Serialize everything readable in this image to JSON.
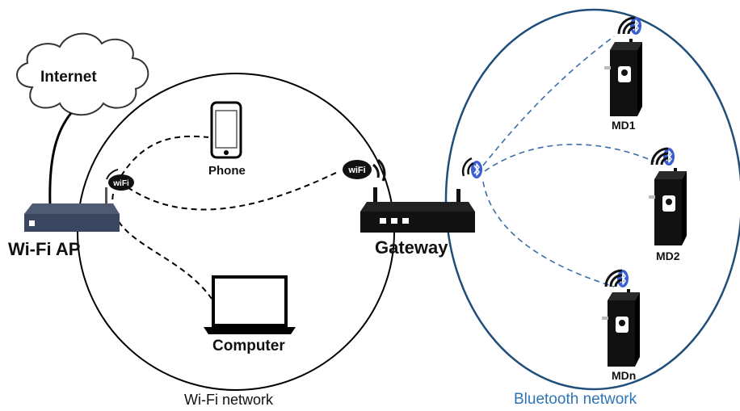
{
  "colors": {
    "bluetooth_network": "#1f4e79",
    "bluetooth_label": "#2e75b6",
    "bluetooth_badge": "#3a5fd1",
    "link_dashed_black": "#000000",
    "link_dashed_blue": "#3b6ea8"
  },
  "labels": {
    "internet": "Internet",
    "wifi_ap": "Wi-Fi AP",
    "phone": "Phone",
    "computer": "Computer",
    "gateway": "Gateway",
    "wifi_network": "Wi-Fi network",
    "bluetooth_network": "Bluetooth network",
    "md1": "MD1",
    "md2": "MD2",
    "mdn": "MDn"
  },
  "badges": {
    "wifi_text": "wiFi"
  },
  "icons": [
    "cloud-icon",
    "router-icon",
    "smartphone-icon",
    "laptop-icon",
    "gateway-device-icon",
    "bluetooth-icon",
    "wifi-signal-icon",
    "medical-device-icon"
  ]
}
